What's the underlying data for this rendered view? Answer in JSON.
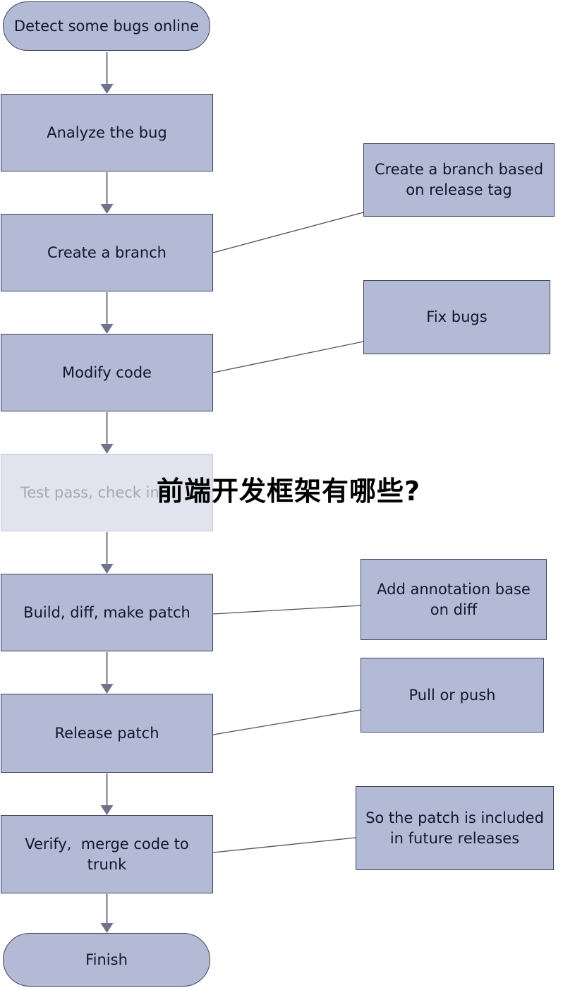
{
  "overlay": {
    "question": "前端开发框架有哪些?"
  },
  "flowchart": {
    "nodes": {
      "start": {
        "label": "Detect some bugs online",
        "shape": "pill"
      },
      "analyze": {
        "label": "Analyze the bug",
        "shape": "rect"
      },
      "create_branch": {
        "label": "Create a branch",
        "shape": "rect"
      },
      "modify_code": {
        "label": "Modify code",
        "shape": "rect"
      },
      "test_pass": {
        "label": "Test pass, check in",
        "shape": "rect",
        "state": "faded-occluded"
      },
      "build_diff": {
        "label": "Build, diff, make patch",
        "shape": "rect"
      },
      "release_patch": {
        "label": "Release patch",
        "shape": "rect"
      },
      "verify_merge": {
        "label": "Verify,  merge code to trunk",
        "shape": "rect"
      },
      "finish": {
        "label": "Finish",
        "shape": "pill"
      },
      "side_branch_tag": {
        "label": "Create a branch based on release tag",
        "shape": "rect"
      },
      "side_fix_bugs": {
        "label": "Fix bugs",
        "shape": "rect"
      },
      "side_annotation": {
        "label": "Add annotation base on diff",
        "shape": "rect"
      },
      "side_pull_push": {
        "label": "Pull or push",
        "shape": "rect"
      },
      "side_included": {
        "label": "So the patch is included in future releases",
        "shape": "rect"
      }
    },
    "colors": {
      "node_fill": "#b2bad6",
      "node_border": "#42435f",
      "faded_fill": "#e1e3ef",
      "faded_border": "#c6cadd",
      "faded_text": "#a7a7b2",
      "node_text": "#15152b",
      "arrow": "#72728a",
      "connector": "#50505f",
      "background": "#ffffff",
      "headline_text": "#000000"
    }
  }
}
